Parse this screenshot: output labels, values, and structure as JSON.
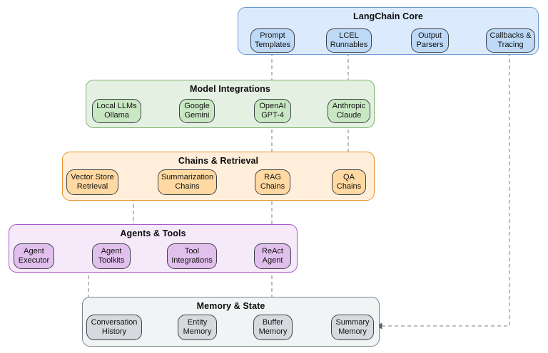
{
  "diagram": {
    "type": "flowchart",
    "edge_color": "#999999",
    "arrow_color": "#5f6368",
    "groups": [
      {
        "id": "langchain-core",
        "title": "LangChain Core",
        "colors": {
          "fill": "#dbeafc",
          "border": "#6c9bd2",
          "node_fill": "#bdd9f6"
        },
        "nodes": [
          {
            "id": "prompt-templates",
            "label": "Prompt\nTemplates"
          },
          {
            "id": "lcel-runnables",
            "label": "LCEL\nRunnables"
          },
          {
            "id": "output-parsers",
            "label": "Output\nParsers"
          },
          {
            "id": "callbacks-tracing",
            "label": "Callbacks &\nTracing"
          }
        ]
      },
      {
        "id": "model-integrations",
        "title": "Model Integrations",
        "colors": {
          "fill": "#e4f1e2",
          "border": "#7db46c",
          "node_fill": "#cae7c4"
        },
        "nodes": [
          {
            "id": "local-llms-ollama",
            "label": "Local LLMs\nOllama"
          },
          {
            "id": "google-gemini",
            "label": "Google\nGemini"
          },
          {
            "id": "openai-gpt-4",
            "label": "OpenAI\nGPT-4"
          },
          {
            "id": "anthropic-claude",
            "label": "Anthropic\nClaude"
          }
        ]
      },
      {
        "id": "chains-retrieval",
        "title": "Chains & Retrieval",
        "colors": {
          "fill": "#ffeeda",
          "border": "#e8922b",
          "node_fill": "#ffd9a1"
        },
        "nodes": [
          {
            "id": "vector-store-retrieval",
            "label": "Vector Store\nRetrieval"
          },
          {
            "id": "summarization-chains",
            "label": "Summarization\nChains"
          },
          {
            "id": "rag-chains",
            "label": "RAG\nChains"
          },
          {
            "id": "qa-chains",
            "label": "QA\nChains"
          }
        ]
      },
      {
        "id": "agents-tools",
        "title": "Agents & Tools",
        "colors": {
          "fill": "#f5e9fa",
          "border": "#a958ce",
          "node_fill": "#e1c0ed"
        },
        "nodes": [
          {
            "id": "agent-executor",
            "label": "Agent\nExecutor"
          },
          {
            "id": "agent-toolkits",
            "label": "Agent\nToolkits"
          },
          {
            "id": "tool-integrations",
            "label": "Tool\nIntegrations"
          },
          {
            "id": "react-agent",
            "label": "ReAct\nAgent"
          }
        ]
      },
      {
        "id": "memory-state",
        "title": "Memory & State",
        "colors": {
          "fill": "#f1f4f5",
          "border": "#76848a",
          "node_fill": "#d6dade"
        },
        "nodes": [
          {
            "id": "conversation-history",
            "label": "Conversation\nHistory"
          },
          {
            "id": "entity-memory",
            "label": "Entity\nMemory"
          },
          {
            "id": "buffer-memory",
            "label": "Buffer\nMemory"
          },
          {
            "id": "summary-memory",
            "label": "Summary\nMemory"
          }
        ]
      }
    ],
    "edges": [
      {
        "from": "prompt-templates",
        "to": "openai-gpt-4",
        "style": "dashed",
        "arrow": true
      },
      {
        "from": "lcel-runnables",
        "to": "anthropic-claude",
        "style": "dashed",
        "arrow": true
      },
      {
        "from": "openai-gpt-4",
        "to": "rag-chains",
        "style": "dashed",
        "arrow": true
      },
      {
        "from": "anthropic-claude",
        "to": "qa-chains",
        "style": "dashed",
        "arrow": true
      },
      {
        "from": "rag-chains",
        "to": "react-agent",
        "style": "dashed",
        "arrow": true
      },
      {
        "from": "react-agent",
        "to": "buffer-memory",
        "style": "dashed",
        "arrow": true
      },
      {
        "from": "callbacks-tracing",
        "to": "summary-memory",
        "style": "dashed",
        "arrow": true
      },
      {
        "from": "vector-store-retrieval",
        "to": "tool-integrations",
        "style": "dashed",
        "arrow": false
      },
      {
        "from": "agent-executor",
        "to": "agent-toolkits",
        "style": "dashed",
        "arrow": false
      },
      {
        "from": "agent-toolkits",
        "to": "tool-integrations",
        "style": "dashed",
        "arrow": true
      },
      {
        "from": "agent-executor",
        "to": "conversation-history",
        "style": "dashed",
        "arrow": true
      }
    ]
  }
}
